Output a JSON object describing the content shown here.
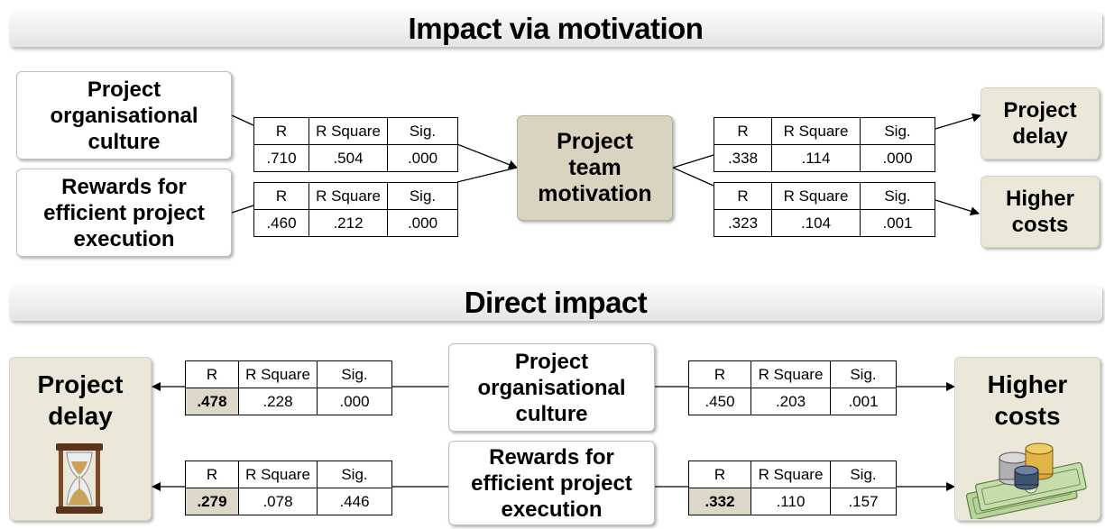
{
  "sections": {
    "top_title": "Impact via motivation",
    "bottom_title": "Direct impact"
  },
  "top": {
    "culture": [
      "Project",
      "organisational",
      "culture"
    ],
    "rewards": [
      "Rewards for",
      "efficient project",
      "execution"
    ],
    "motivation": [
      "Project",
      "team",
      "motivation"
    ],
    "delay": [
      "Project",
      "delay"
    ],
    "costs": [
      "Higher",
      "costs"
    ],
    "tables": [
      {
        "headers": [
          "R",
          "R Square",
          "Sig."
        ],
        "values": [
          ".710",
          ".504",
          ".000"
        ]
      },
      {
        "headers": [
          "R",
          "R Square",
          "Sig."
        ],
        "values": [
          ".460",
          ".212",
          ".000"
        ]
      },
      {
        "headers": [
          "R",
          "R Square",
          "Sig."
        ],
        "values": [
          ".338",
          ".114",
          ".000"
        ]
      },
      {
        "headers": [
          "R",
          "R Square",
          "Sig."
        ],
        "values": [
          ".323",
          ".104",
          ".001"
        ]
      }
    ]
  },
  "bottom": {
    "delay": [
      "Project",
      "delay"
    ],
    "costs": [
      "Higher",
      "costs"
    ],
    "culture": [
      "Project",
      "organisational",
      "culture"
    ],
    "rewards": [
      "Rewards for",
      "efficient project",
      "execution"
    ],
    "tables": [
      {
        "headers": [
          "R",
          "R Square",
          "Sig."
        ],
        "values": [
          ".478",
          ".228",
          ".000"
        ]
      },
      {
        "headers": [
          "R",
          "R Square",
          "Sig."
        ],
        "values": [
          ".279",
          ".078",
          ".446"
        ]
      },
      {
        "headers": [
          "R",
          "R Square",
          "Sig."
        ],
        "values": [
          ".450",
          ".203",
          ".001"
        ]
      },
      {
        "headers": [
          "R",
          "R Square",
          "Sig."
        ],
        "values": [
          ".332",
          ".110",
          ".157"
        ]
      }
    ]
  },
  "icons": [
    "hourglass-icon",
    "money-icon"
  ],
  "colors": {
    "tan": "#ece8d9",
    "center": "#d9d3c0",
    "highlight": "#ddd8c8"
  }
}
